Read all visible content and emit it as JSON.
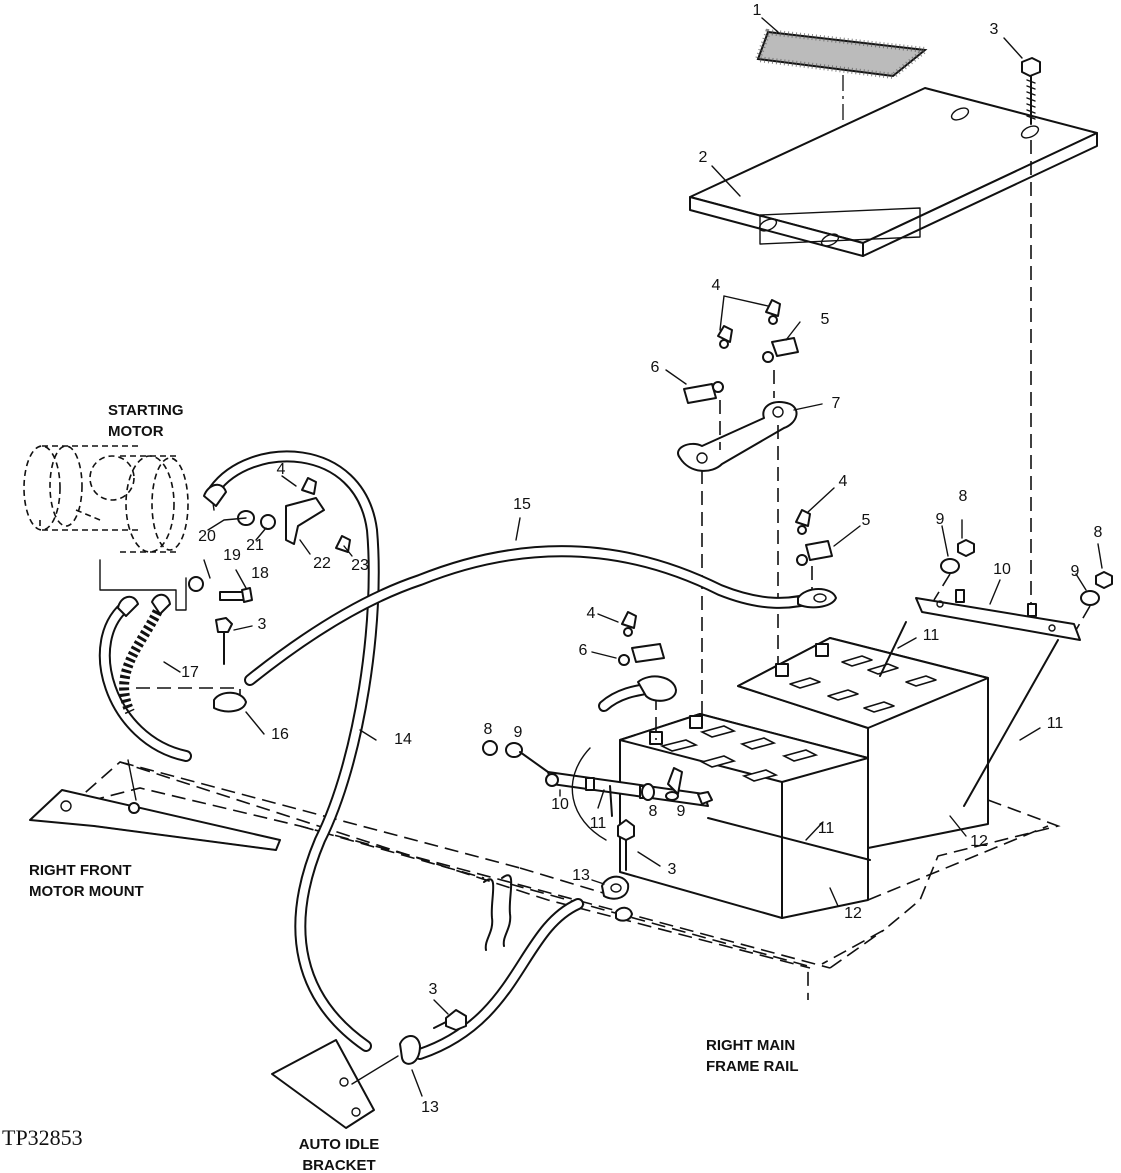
{
  "figure_id": "TP32853",
  "labels": {
    "starting_motor": [
      "STARTING",
      "MOTOR"
    ],
    "right_front_motor_mount": [
      "RIGHT FRONT",
      "MOTOR MOUNT"
    ],
    "right_main_frame_rail": [
      "RIGHT MAIN",
      "FRAME RAIL"
    ],
    "auto_idle_bracket": [
      "AUTO IDLE",
      "BRACKET"
    ]
  },
  "callouts": [
    {
      "id": "c1",
      "text": "1"
    },
    {
      "id": "c2",
      "text": "2"
    },
    {
      "id": "c3a",
      "text": "3"
    },
    {
      "id": "c4a",
      "text": "4"
    },
    {
      "id": "c5a",
      "text": "5"
    },
    {
      "id": "c6a",
      "text": "6"
    },
    {
      "id": "c7",
      "text": "7"
    },
    {
      "id": "c4b",
      "text": "4"
    },
    {
      "id": "c5b",
      "text": "5"
    },
    {
      "id": "c8a",
      "text": "8"
    },
    {
      "id": "c9a",
      "text": "9"
    },
    {
      "id": "c10a",
      "text": "10"
    },
    {
      "id": "c9b",
      "text": "9"
    },
    {
      "id": "c8b",
      "text": "8"
    },
    {
      "id": "c11a",
      "text": "11"
    },
    {
      "id": "c11b",
      "text": "11"
    },
    {
      "id": "c15",
      "text": "15"
    },
    {
      "id": "c4c",
      "text": "4"
    },
    {
      "id": "c20",
      "text": "20"
    },
    {
      "id": "c21",
      "text": "21"
    },
    {
      "id": "c22",
      "text": "22"
    },
    {
      "id": "c23",
      "text": "23"
    },
    {
      "id": "c19",
      "text": "19"
    },
    {
      "id": "c18",
      "text": "18"
    },
    {
      "id": "c3b",
      "text": "3"
    },
    {
      "id": "c17",
      "text": "17"
    },
    {
      "id": "c16",
      "text": "16"
    },
    {
      "id": "c14",
      "text": "14"
    },
    {
      "id": "c4d",
      "text": "4"
    },
    {
      "id": "c6b",
      "text": "6"
    },
    {
      "id": "c8c",
      "text": "8"
    },
    {
      "id": "c9c",
      "text": "9"
    },
    {
      "id": "c10b",
      "text": "10"
    },
    {
      "id": "c11c",
      "text": "11"
    },
    {
      "id": "c8d",
      "text": "8"
    },
    {
      "id": "c9d",
      "text": "9"
    },
    {
      "id": "c11d",
      "text": "11"
    },
    {
      "id": "c12a",
      "text": "12"
    },
    {
      "id": "c12b",
      "text": "12"
    },
    {
      "id": "c3c",
      "text": "3"
    },
    {
      "id": "c13a",
      "text": "13"
    },
    {
      "id": "c3d",
      "text": "3"
    },
    {
      "id": "c13b",
      "text": "13"
    }
  ]
}
